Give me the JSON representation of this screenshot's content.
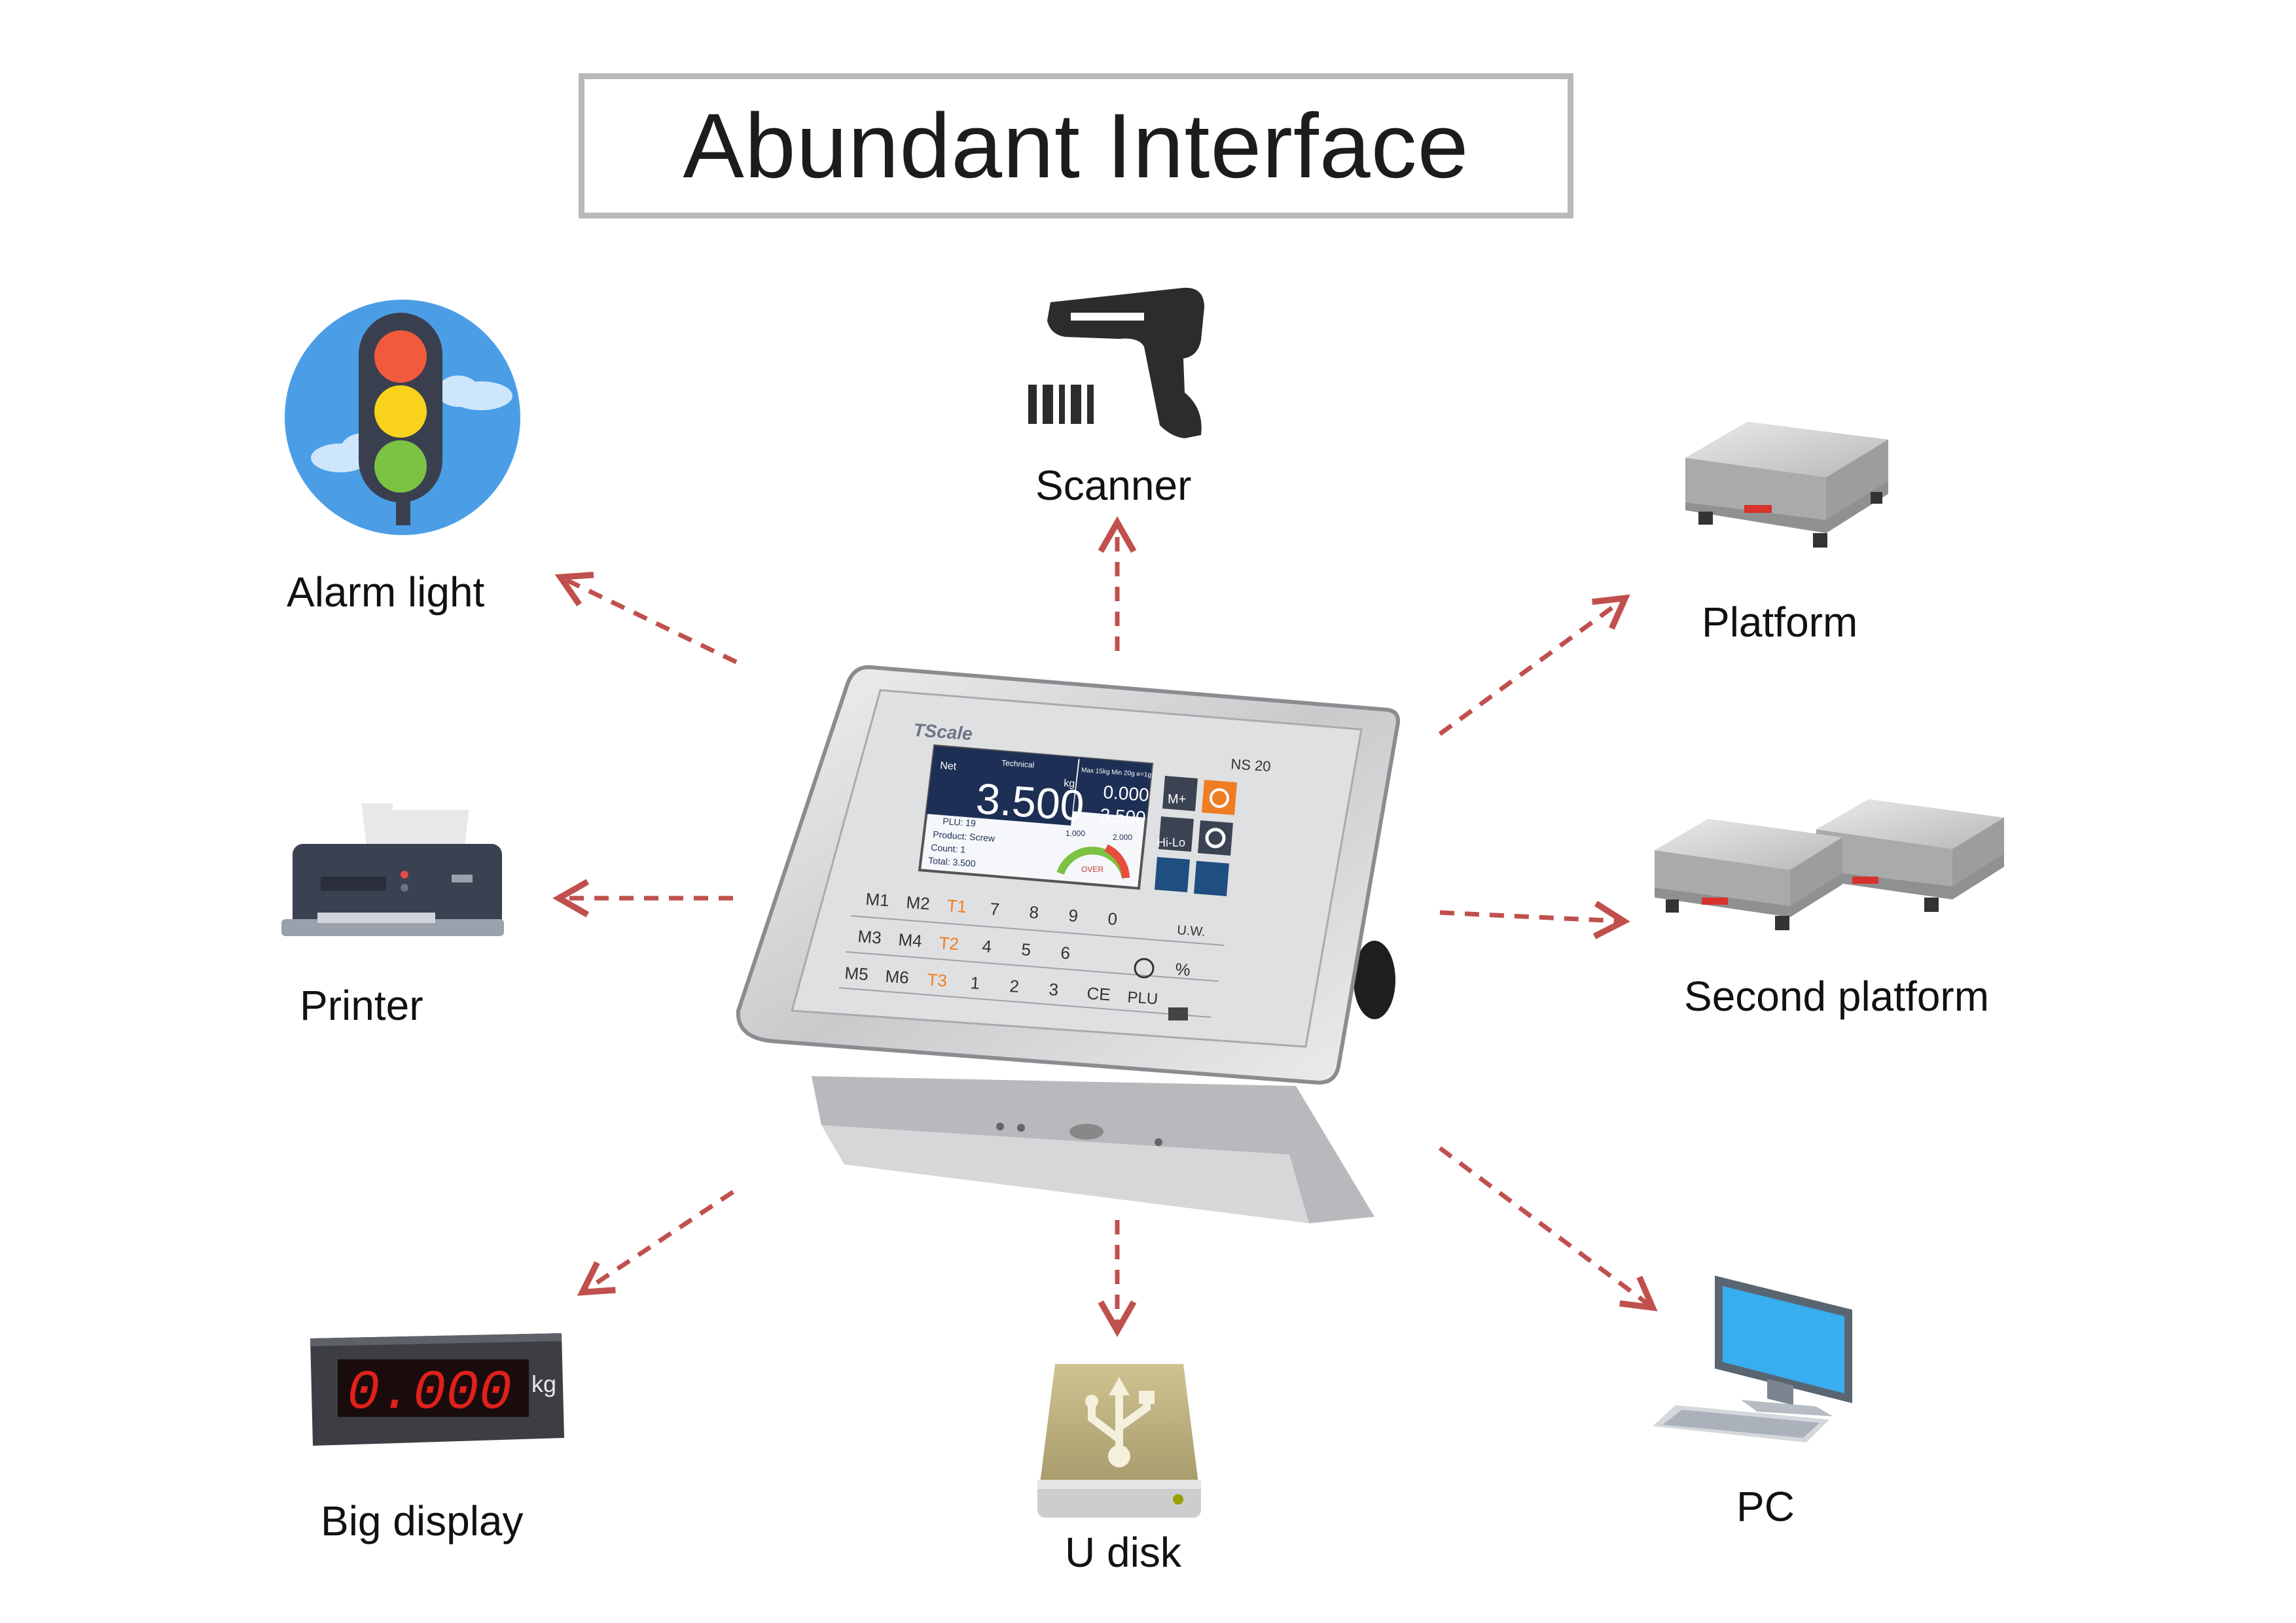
{
  "title": "Abundant Interface",
  "labels": {
    "alarm_light": "Alarm light",
    "scanner": "Scanner",
    "platform": "Platform",
    "printer": "Printer",
    "second_platform": "Second platform",
    "big_display": "Big display",
    "u_disk": "U disk",
    "pc": "PC"
  },
  "indicator": {
    "brand": "TScale",
    "model": "NS 20",
    "main_weight": "3.500",
    "unit": "kg",
    "net_label": "Net",
    "mode_label": "Technical",
    "range_text": "Max 15kg Min 20g e=1g",
    "tare_value": "0.000",
    "gross_value": "3.500",
    "plu_line": "PLU: 19",
    "product_line": "Product: Screw",
    "count_line": "Count: 1",
    "total_line": "Total: 3.500",
    "gauge_low": "1.000",
    "gauge_high": "2.000",
    "gauge_status": "OVER",
    "keys": [
      "M1",
      "M2",
      "T1",
      "7",
      "8",
      "9",
      "0",
      "M3",
      "M4",
      "T2",
      "4",
      "5",
      "6",
      "U.W.",
      "M5",
      "M6",
      "T3",
      "1",
      "2",
      "3",
      "CE",
      "PLU",
      "%"
    ],
    "side_keys": [
      "M+",
      "Hi-Lo"
    ]
  },
  "big_display_reading": "0.000",
  "big_display_unit": "kg",
  "colors": {
    "arrow": "#c0504d",
    "title_border": "#b9b9b9",
    "accent_orange": "#ef7d22",
    "display_red": "#e0201a"
  }
}
